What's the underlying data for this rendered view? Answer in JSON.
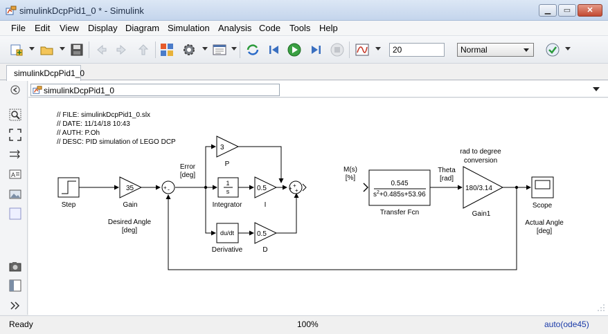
{
  "window": {
    "title": "simulinkDcpPid1_0 * - Simulink"
  },
  "menu": [
    "File",
    "Edit",
    "View",
    "Display",
    "Diagram",
    "Simulation",
    "Analysis",
    "Code",
    "Tools",
    "Help"
  ],
  "toolbar": {
    "stop_time": "20",
    "sim_mode": "Normal"
  },
  "tab": {
    "label": "simulinkDcpPid1_0"
  },
  "address": {
    "path": "simulinkDcpPid1_0"
  },
  "annotation": {
    "file": "// FILE: simulinkDcpPid1_0.slx",
    "date": "// DATE: 11/14/18 10:43",
    "auth": "// AUTH: P.Oh",
    "desc": "// DESC: PID simulation of LEGO DCP"
  },
  "blocks": {
    "step": {
      "label": "Step"
    },
    "gain": {
      "value": "35",
      "label": "Gain"
    },
    "desired": {
      "line1": "Desired Angle",
      "line2": "[deg]"
    },
    "error": {
      "line1": "Error",
      "line2": "[deg]"
    },
    "sum1": {
      "plus": "+",
      "minus": "-"
    },
    "p": {
      "value": "3",
      "label": "P"
    },
    "integrator": {
      "num": "1",
      "den": "s",
      "label": "Integrator"
    },
    "i": {
      "value": "0.5",
      "label": "I"
    },
    "derivative": {
      "value": "du/dt",
      "label": "Derivative"
    },
    "d": {
      "value": "0.5",
      "label": "D"
    },
    "sum2": {
      "signs": "+",
      "bottom": "+",
      "mid": "+"
    },
    "ms": {
      "line1": "M(s)",
      "line2": "[%]"
    },
    "tf": {
      "num": "0.545",
      "den_pre": "s",
      "den_sup": "2",
      "den_post": "+0.485s+53.96",
      "label": "Transfer Fcn"
    },
    "theta": {
      "line1": "Theta",
      "line2": "[rad]"
    },
    "conv": {
      "line1": "rad to degree",
      "line2": "conversion"
    },
    "gain1": {
      "value": "180/3.14",
      "label": "Gain1"
    },
    "scope": {
      "label": "Scope"
    },
    "actual": {
      "line1": "Actual Angle",
      "line2": "[deg]"
    }
  },
  "status": {
    "ready": "Ready",
    "zoom": "100%",
    "solver": "auto(ode45)"
  }
}
